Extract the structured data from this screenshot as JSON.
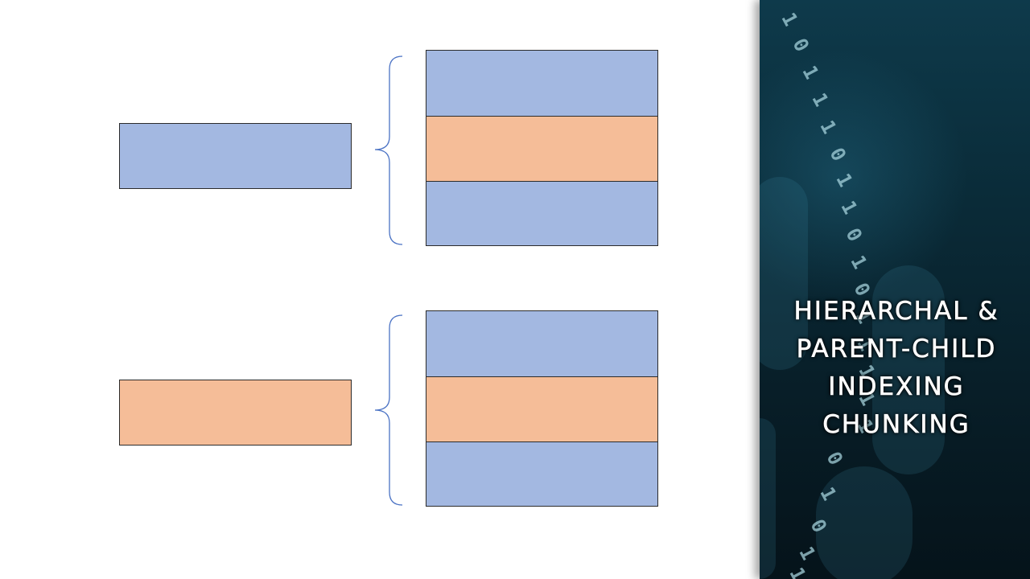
{
  "colors": {
    "blue_block": "#a3b8e1",
    "orange_block": "#f5bd98",
    "bracket": "#4a72c4",
    "panel_dark": "#081f29"
  },
  "diagram": {
    "groups": [
      {
        "parent_color": "blue",
        "children_colors": [
          "blue",
          "orange",
          "blue"
        ]
      },
      {
        "parent_color": "orange",
        "children_colors": [
          "blue",
          "orange",
          "blue"
        ]
      }
    ]
  },
  "side_panel": {
    "title": "Hierarchal & Parent-Child Indexing Chunking",
    "binary_digits": [
      "1",
      "0",
      "1",
      "1",
      "1",
      "0",
      "1",
      "1",
      "0",
      "1",
      "0",
      "1",
      "1",
      "1",
      "1",
      "1",
      "0",
      "1",
      "0",
      "1",
      "1",
      "0"
    ]
  }
}
